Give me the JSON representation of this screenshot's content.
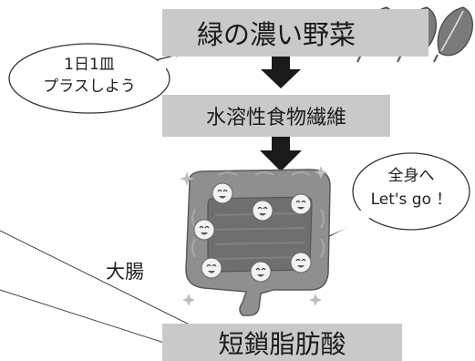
{
  "steps": {
    "top": "緑の濃い野菜",
    "middle": "水溶性食物繊維",
    "bottom": "短鎖脂肪酸"
  },
  "bubble_left": {
    "line1": "1日1皿",
    "line2": "プラスしよう"
  },
  "bubble_right": {
    "line1": "全身へ",
    "line2": "Let's go ！"
  },
  "intestine_label": "大腸",
  "icons": [
    "leafy-vegetable-icon",
    "down-arrow-icon",
    "large-intestine-illustration",
    "smiling-bacteria-icon"
  ],
  "colors": {
    "box_fill": "#c9c9c9",
    "arrow": "#1a1a1a",
    "intestine": "#8f8f8f",
    "leaf": "#7a7a7a"
  }
}
